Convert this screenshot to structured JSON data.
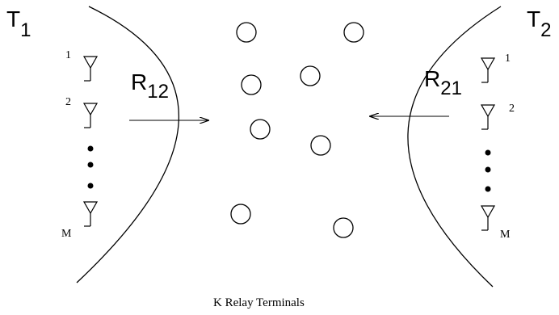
{
  "terminal_left": {
    "label": "T",
    "subscript": "1"
  },
  "terminal_right": {
    "label": "T",
    "subscript": "2"
  },
  "rate_left": {
    "label": "R",
    "subscript": "12"
  },
  "rate_right": {
    "label": "R",
    "subscript": "21"
  },
  "antennas_left": {
    "first": "1",
    "second": "2",
    "last": "M"
  },
  "antennas_right": {
    "first": "1",
    "second": "2",
    "last": "M"
  },
  "caption": "K Relay Terminals"
}
